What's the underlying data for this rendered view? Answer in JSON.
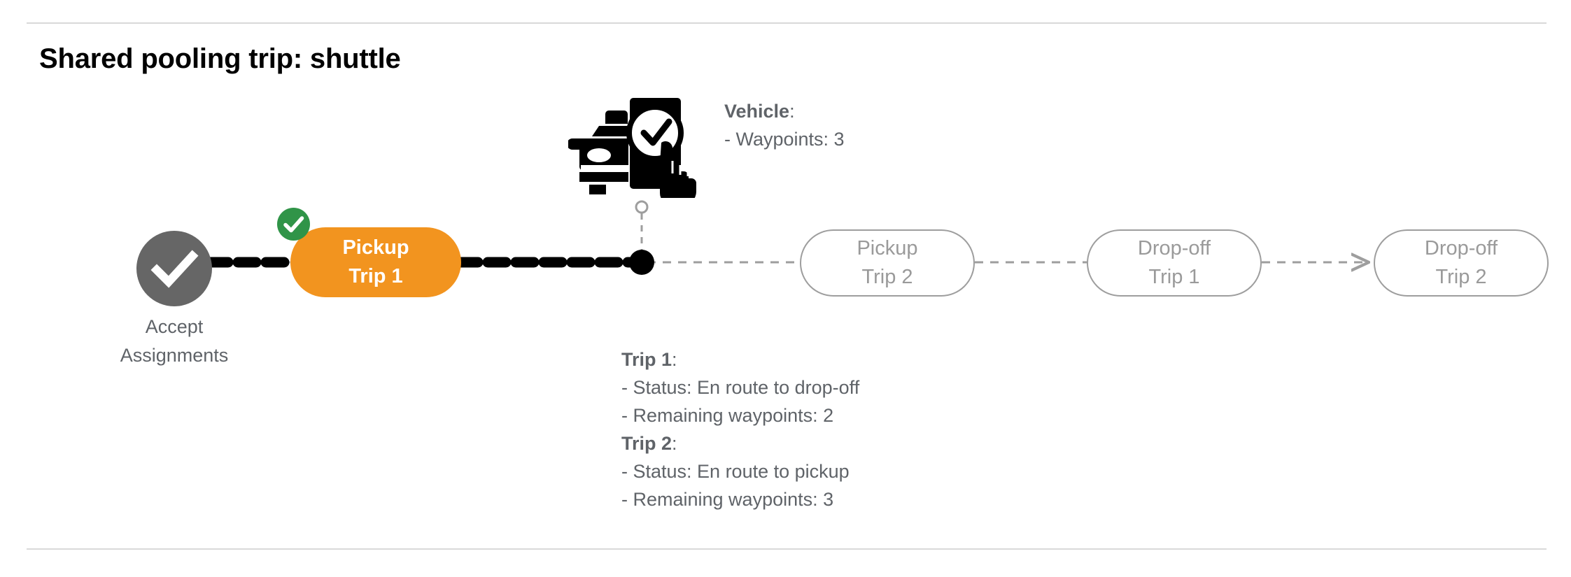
{
  "slide": {
    "title": "Shared pooling trip: shuttle"
  },
  "accept_node": {
    "icon": "check-circle-icon",
    "label_line1": "Accept",
    "label_line2": "Assignments",
    "color": "#666666"
  },
  "completed_badge": {
    "icon": "check-badge-icon",
    "color": "#309448"
  },
  "vehicle_marker": {
    "icon": "vehicle-app-check-icon",
    "position_dot": "current-position-dot",
    "position_ring": "vehicle-anchor-ring"
  },
  "vehicle_note": {
    "title": "Vehicle",
    "title_suffix": ":",
    "lines": [
      "- Waypoints: 3"
    ]
  },
  "trip_note": {
    "blocks": [
      {
        "title": "Trip 1",
        "title_suffix": ":",
        "lines": [
          "- Status:  En route to drop-off",
          "- Remaining waypoints: 2"
        ]
      },
      {
        "title": "Trip 2",
        "title_suffix": ":",
        "lines": [
          "- Status:  En route to pickup",
          "- Remaining waypoints: 3"
        ]
      }
    ]
  },
  "timeline": {
    "active_color": "#f2941f",
    "upcoming_border_color": "#9e9e9e",
    "upcoming_text_color": "#9a9a9a",
    "completed_path_color": "#000000",
    "future_path_color": "#9e9e9e",
    "steps": [
      {
        "id": "pickup-trip-1",
        "state": "active",
        "line1": "Pickup",
        "line2": "Trip 1"
      },
      {
        "id": "pickup-trip-2",
        "state": "upcoming",
        "line1": "Pickup",
        "line2": "Trip 2"
      },
      {
        "id": "drop-off-trip-1",
        "state": "upcoming",
        "line1": "Drop-off",
        "line2": "Trip 1"
      },
      {
        "id": "drop-off-trip-2",
        "state": "upcoming",
        "line1": "Drop-off",
        "line2": "Trip 2"
      }
    ]
  }
}
